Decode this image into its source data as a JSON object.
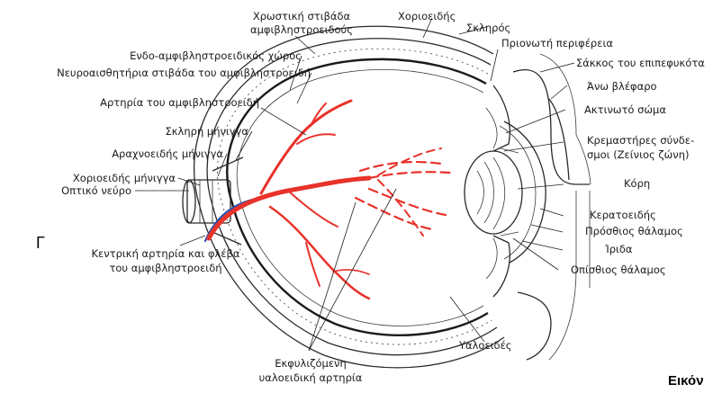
{
  "labels": {
    "choroid_retinal_pigment": [
      "Χρωστική στιβάδα",
      "αμφιβληστροειδούς"
    ],
    "choroid": "Χοριοειδής",
    "sclera": "Σκληρός",
    "ora_serrata": "Πριονωτή περιφέρεια",
    "intraretinal_space": "Ενδο-αμφιβληστροειδικός χώρος",
    "neurosensory_retina": "Νευροαισθητήρια στιβάδα του αμφιβληστροειδή",
    "retinal_artery": "Αρτηρία του αμφιβληστροειδή",
    "dura_mater": "Σκληρή μήνιγγα",
    "arachnoid": "Αραχνοειδής μήνιγγα",
    "pia_mater": "Χοριοειδής μήνιγγα",
    "optic_nerve": "Οπτικό νεύρο",
    "gamma_letter": "Γ",
    "central_artery_vein": [
      "Κεντρική αρτηρία και φλέβα",
      "του αμφιβληστροειδή"
    ],
    "degenerating_hyaloid": [
      "Εκφυλιζόμενη",
      "υαλοειδική αρτηρία"
    ],
    "vitreous": "Υαλοειδές",
    "conjunctival_sac": "Σάκκος του επιπεφυκότα",
    "upper_eyelid": "Άνω βλέφαρο",
    "ciliary_body": "Ακτινωτό σώμα",
    "zonule": [
      "Κρεμαστήρες σύνδε-",
      "σμοι (Ζείνιος ζώνη)"
    ],
    "lens": "Κόρη",
    "cornea": "Κερατοειδής",
    "anterior_chamber": "Πρόσθιος θάλαμος",
    "iris": "Ίριδα",
    "posterior_chamber": "Οπίσθιος θάλαμος",
    "figure_caption": "Εικόν"
  },
  "colors": {
    "artery": "#e8322a",
    "vein": "#2b4fa8",
    "ink": "#2a2a2a"
  }
}
